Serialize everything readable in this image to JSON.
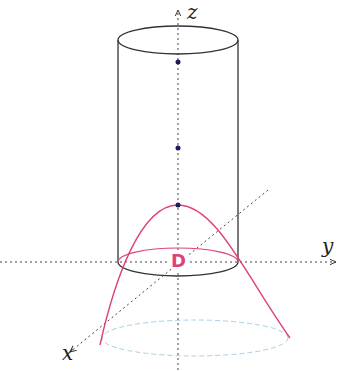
{
  "diagram": {
    "labels": [
      "z",
      "y",
      "x",
      "D"
    ]
  }
}
